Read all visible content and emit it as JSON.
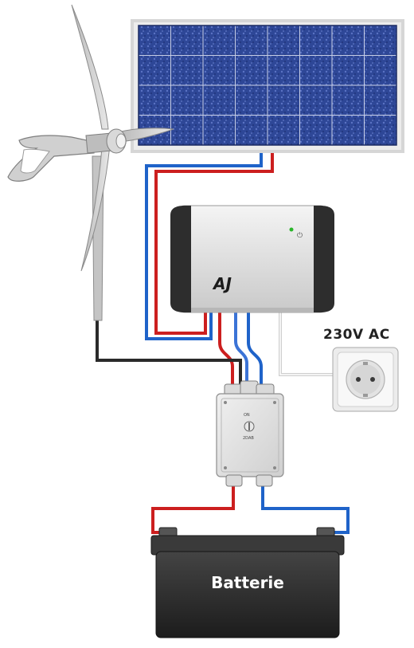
{
  "labels": {
    "ac_output": "230V AC",
    "battery": "Batterie",
    "controller_brand": "AJ",
    "switch_on": "ON",
    "switch_mode": "2DAB"
  },
  "colors": {
    "wire_positive": "#cc1f1f",
    "wire_negative": "#1f63c9",
    "wire_ground": "#2a2a2a",
    "wire_ac": "#d8d8d8",
    "solar_cell": "#2e4797",
    "battery_body": "#2f2f2f"
  },
  "icons": {
    "wind_turbine": "wind-turbine-icon",
    "solar_panel": "solar-panel-icon",
    "charge_controller": "inverter-box-icon",
    "junction_box": "junction-box-icon",
    "wall_socket": "power-socket-icon",
    "battery": "battery-icon"
  }
}
